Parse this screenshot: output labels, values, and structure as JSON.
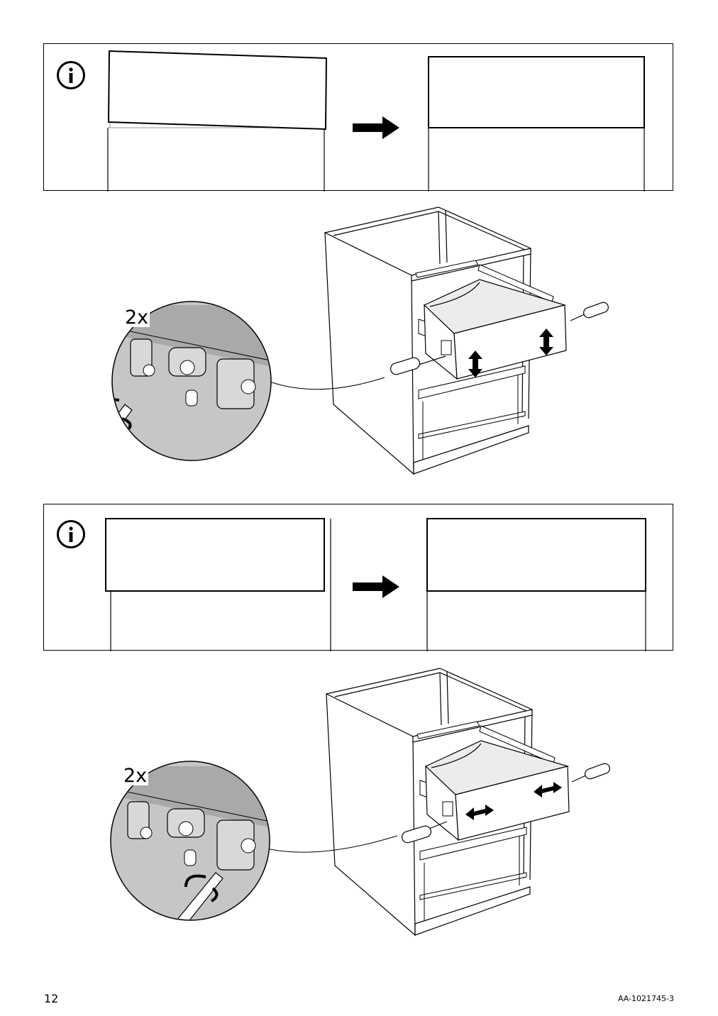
{
  "footer": {
    "page_number": "12",
    "doc_code": "AA-1021745-3"
  },
  "steps": [
    {
      "info_icon": "info-icon",
      "quantity_label": "2x",
      "adjustment": "vertical"
    },
    {
      "info_icon": "info-icon",
      "quantity_label": "2x",
      "adjustment": "horizontal"
    }
  ],
  "icons": [
    "info-icon",
    "arrow-right-icon",
    "screwdriver-icon",
    "double-arrow-vertical-icon",
    "double-arrow-horizontal-icon",
    "rotate-arrow-icon"
  ]
}
